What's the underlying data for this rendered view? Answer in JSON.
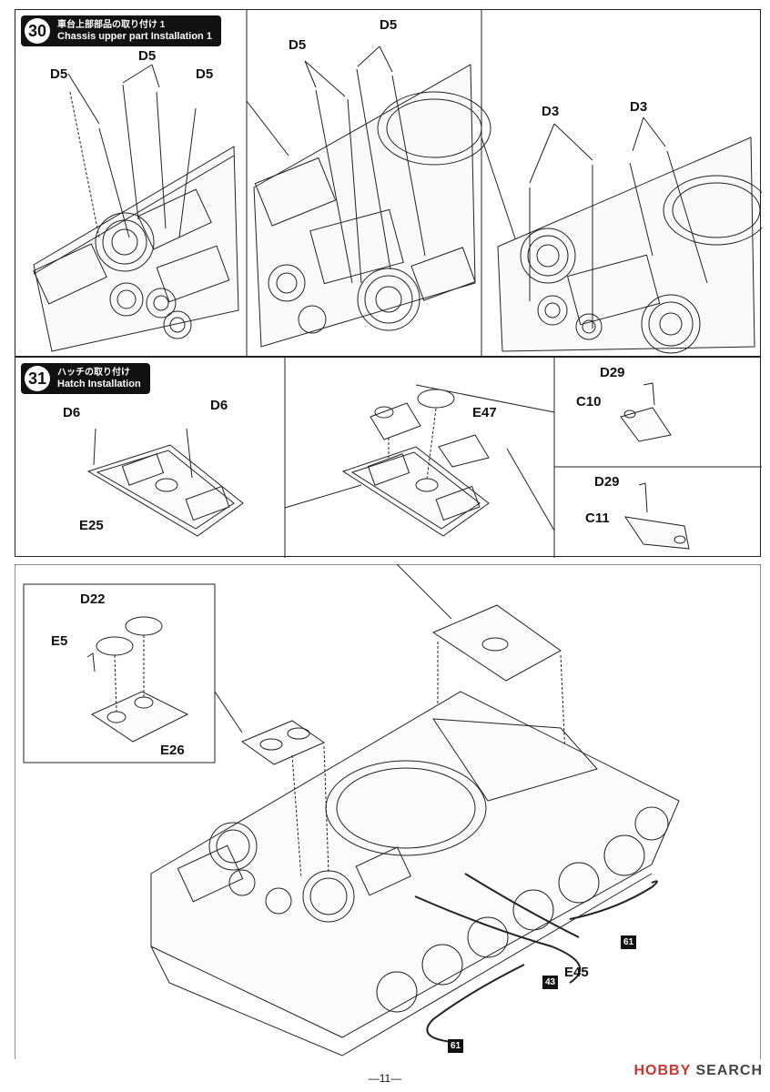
{
  "step30": {
    "number": "30",
    "title_jp": "車台上部部品の取り付け 1",
    "title_en": "Chassis upper part Installation 1"
  },
  "step31": {
    "number": "31",
    "title_jp": "ハッチの取り付け",
    "title_en": "Hatch Installation"
  },
  "labels": {
    "d5": "D5",
    "d3": "D3",
    "d6": "D6",
    "d29": "D29",
    "c10": "C10",
    "c11": "C11",
    "e25": "E25",
    "e47": "E47",
    "d22": "D22",
    "e5": "E5",
    "e26": "E26",
    "e45": "E45",
    "ref61": "61",
    "ref43": "43"
  },
  "footer": {
    "page": "—11—"
  },
  "watermark": {
    "brand": "HOBBY",
    "suffix": "SEARCH"
  }
}
